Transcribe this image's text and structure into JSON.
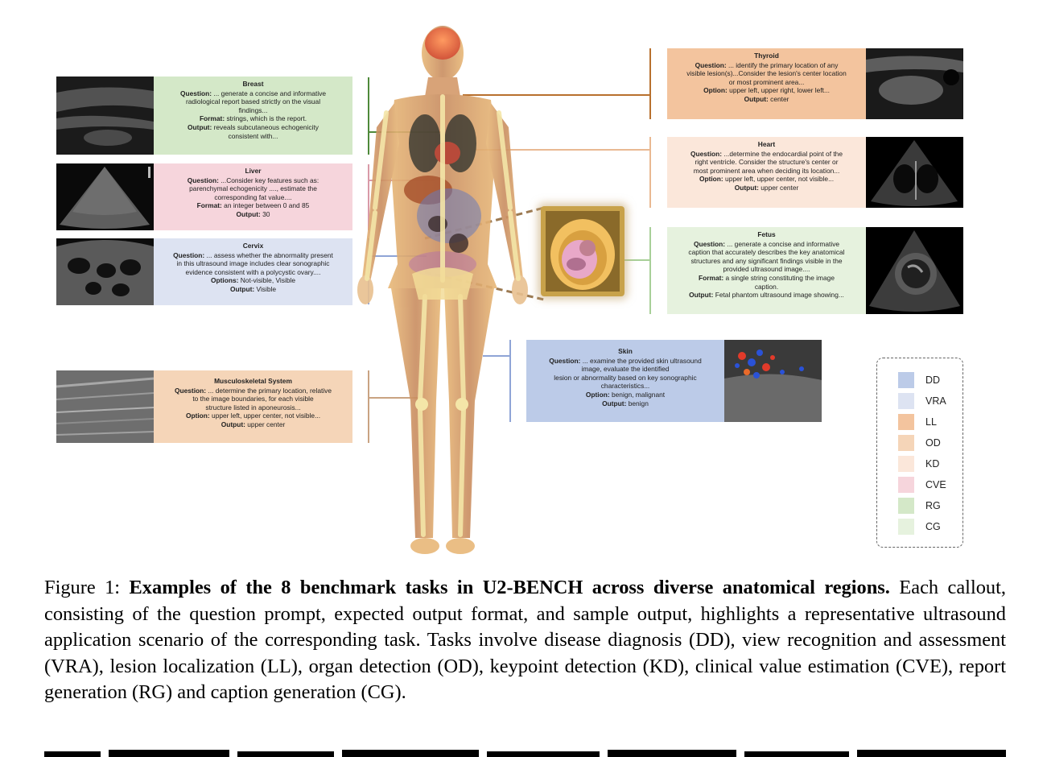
{
  "callouts": {
    "breast": {
      "title": "Breast",
      "q_label": "Question:",
      "q_text": "... generate a concise and informative",
      "q_line2": "radiological report based strictly on the visual",
      "q_line3": "findings...",
      "f_label": "Format:",
      "f_text": "strings, which is the report.",
      "o_label": "Output:",
      "o_text": "reveals subcutaneous echogenicity",
      "o_line2": "consistent with...",
      "color": "#d4e8c8"
    },
    "liver": {
      "title": "Liver",
      "q_label": "Question:",
      "q_text": "...Consider key features such as:",
      "q_line2": "parenchymal echogenicity ...., estimate the",
      "q_line3": "corresponding fat value....",
      "f_label": "Format:",
      "f_text": "an integer between 0 and 85",
      "o_label": "Output:",
      "o_text": "30",
      "color": "#f6d5dc"
    },
    "cervix": {
      "title": "Cervix",
      "q_label": "Question:",
      "q_text": "... assess whether the abnormality present",
      "q_line2": "in this ultrasound image includes clear sonographic",
      "q_line3": "evidence consistent with a polycystic ovary....",
      "opt_label": "Options:",
      "opt_text": "Not-visible, Visible",
      "o_label": "Output:",
      "o_text": "Visible",
      "color": "#dde3f2"
    },
    "msk": {
      "title": "Musculoskeletal System",
      "q_label": "Question:",
      "q_text": "... determine the primary location, relative",
      "q_line2": "to the image boundaries, for each visible",
      "q_line3": "structure listed in aponeurosis...",
      "opt_label": "Option:",
      "opt_text": "upper left, upper center, not visible...",
      "o_label": "Output:",
      "o_text": "upper center",
      "color": "#f5d5b8"
    },
    "thyroid": {
      "title": "Thyroid",
      "q_label": "Question:",
      "q_text": "... identify the primary location of any",
      "q_line2": "visible lesion(s)...Consider the lesion's center location",
      "q_line3": "or most prominent area...",
      "opt_label": "Option:",
      "opt_text": "upper left, upper right, lower left...",
      "o_label": "Output:",
      "o_text": "center",
      "color": "#f3c49e"
    },
    "heart": {
      "title": "Heart",
      "q_label": "Question:",
      "q_text": "...determine the endocardial point of the",
      "q_line2": "right ventricle. Consider the structure's center or",
      "q_line3": "most prominent area when deciding its location...",
      "opt_label": "Option:",
      "opt_text": "upper left, upper center, not visible...",
      "o_label": "Output:",
      "o_text": "upper center",
      "color": "#fbe7da"
    },
    "fetus": {
      "title": "Fetus",
      "q_label": "Question:",
      "q_text": "... generate a concise and informative",
      "q_line2": "caption that accurately describes the key anatomical",
      "q_line3": "structures and any significant findings visible in the",
      "q_line4": "provided ultrasound image....",
      "f_label": "Format:",
      "f_text": "a single string constituting the image",
      "f_line2": "caption.",
      "o_label": "Output:",
      "o_text": "Fetal phantom ultrasound image showing...",
      "color": "#e6f2de"
    },
    "skin": {
      "title": "Skin",
      "q_label": "Question:",
      "q_text": "... examine the provided skin ultrasound",
      "q_line2": "image, evaluate the identified",
      "q_line3": "lesion or abnormality based on key sonographic",
      "q_line4": "characteristics...",
      "opt_label": "Option:",
      "opt_text": "benign, malignant",
      "o_label": "Output:",
      "o_text": "benign",
      "color": "#bccbe8"
    }
  },
  "legend": [
    {
      "label": "DD",
      "color": "#bccbe8"
    },
    {
      "label": "VRA",
      "color": "#dde3f2"
    },
    {
      "label": "LL",
      "color": "#f3c49e"
    },
    {
      "label": "OD",
      "color": "#f5d5b8"
    },
    {
      "label": "KD",
      "color": "#fbe7da"
    },
    {
      "label": "CVE",
      "color": "#f6d5dc"
    },
    {
      "label": "RG",
      "color": "#d4e8c8"
    },
    {
      "label": "CG",
      "color": "#e6f2de"
    }
  ],
  "caption": {
    "prefix": "Figure 1: ",
    "bold": "Examples of the 8 benchmark tasks in U2-BENCH across diverse anatomical regions.",
    "body": "Each callout, consisting of the question prompt, expected output format, and sample output, highlights a representative ultrasound application scenario of the corresponding task. Tasks involve disease diagnosis (DD), view recognition and assessment (VRA), lesion localization (LL), organ detection (OD), keypoint detection (KD), clinical value estimation (CVE), report generation (RG) and caption generation (CG)."
  }
}
